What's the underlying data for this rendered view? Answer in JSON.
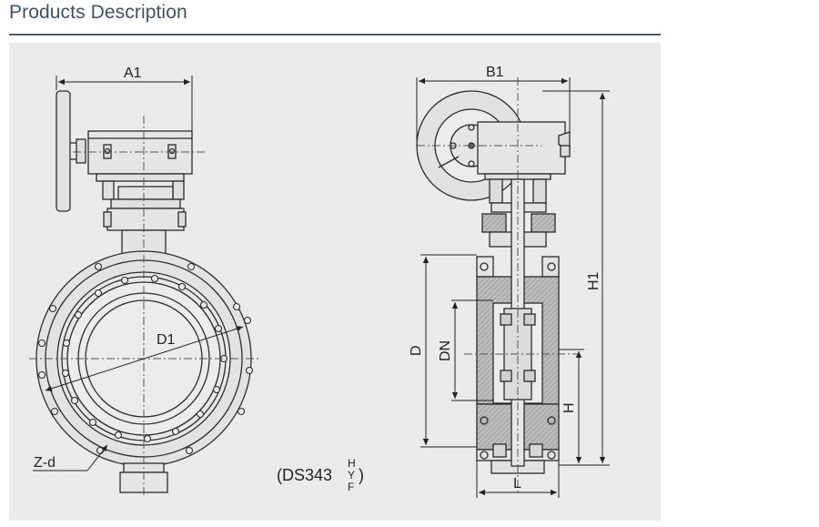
{
  "header": {
    "title": "Products Description"
  },
  "drawing": {
    "front_view": {
      "dim_a1": "A1",
      "dim_d1": "D1",
      "dim_zd": "Z-d"
    },
    "side_view": {
      "dim_b1": "B1",
      "dim_h1": "H1",
      "dim_d": "D",
      "dim_dn": "DN",
      "dim_h": "H",
      "dim_l": "L"
    },
    "model_code": {
      "prefix": "(DS343",
      "sup": "H",
      "mid": "Y",
      "sub": "F",
      "suffix": ")"
    }
  },
  "colors": {
    "title": "#3f5366",
    "rule": "#4a5d6e",
    "panel": "#ebebeb",
    "line": "#2a2a2a",
    "hatch": "#a9a9a9"
  }
}
